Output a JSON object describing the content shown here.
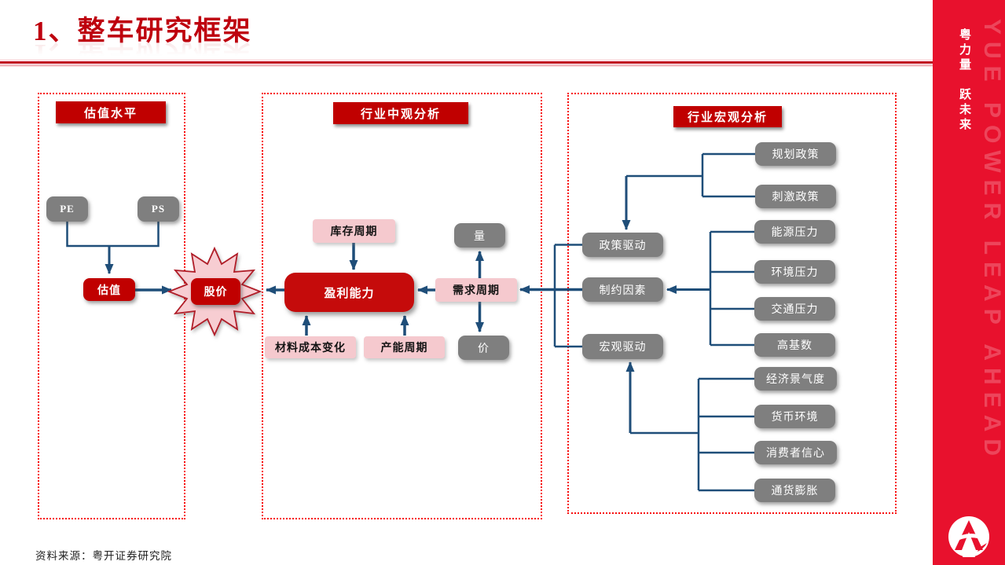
{
  "slide": {
    "title": "1、整车研究框架",
    "source_note": "资料来源：粤开证券研究院"
  },
  "sidebar": {
    "slogan_cn": "粤力量　跃未来",
    "slogan_en": "YUE POWER LEAP AHEAD"
  },
  "colors": {
    "dark_red": "#C00000",
    "bright_red": "#E8112D",
    "pink_box": "#F5C9CE",
    "gray_box": "#7F7F7F",
    "connector_blue": "#1F4E79",
    "dashed_border_red": "#F80D0D"
  },
  "panels": {
    "valuation": {
      "header": "估值水平",
      "pe": "PE",
      "ps": "PS",
      "valuation": "估值"
    },
    "meso": {
      "header": "行业中观分析",
      "inventory_cycle": "库存周期",
      "volume": "量",
      "profitability": "盈利能力",
      "demand_cycle": "需求周期",
      "material_cost_change": "材料成本变化",
      "capacity_cycle": "产能周期",
      "price": "价"
    },
    "macro": {
      "header": "行业宏观分析",
      "policy_driven": "政策驱动",
      "constraints": "制约因素",
      "macro_driven": "宏观驱动",
      "planning_policy": "规划政策",
      "stimulus_policy": "刺激政策",
      "energy_pressure": "能源压力",
      "environment_pressure": "环境压力",
      "traffic_pressure": "交通压力",
      "high_base": "高基数",
      "economic_sentiment": "经济景气度",
      "monetary_environment": "货币环境",
      "consumer_confidence": "消费者信心",
      "inflation": "通货膨胀"
    }
  },
  "stock_price": "股价"
}
